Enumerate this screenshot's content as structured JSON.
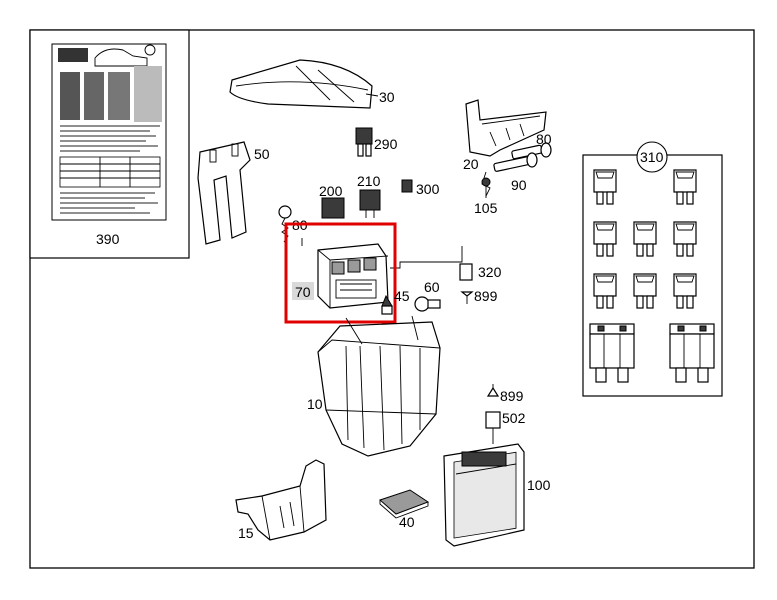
{
  "colors": {
    "frame": "#000000",
    "highlight": "#e00000",
    "label_bg": "#d9d9d9",
    "background": "#ffffff"
  },
  "callouts": {
    "p390": "390",
    "p30": "30",
    "p290": "290",
    "p50": "50",
    "p80_top": "80",
    "p20": "20",
    "p90": "90",
    "p105": "105",
    "p200": "200",
    "p210": "210",
    "p300": "300",
    "p80_left": "80",
    "p310": "310",
    "p70": "70",
    "p45": "45",
    "p60": "60",
    "p320": "320",
    "p899_top": "899",
    "p10": "10",
    "p899_bottom": "899",
    "p502": "502",
    "p100": "100",
    "p15": "15",
    "p40": "40"
  }
}
